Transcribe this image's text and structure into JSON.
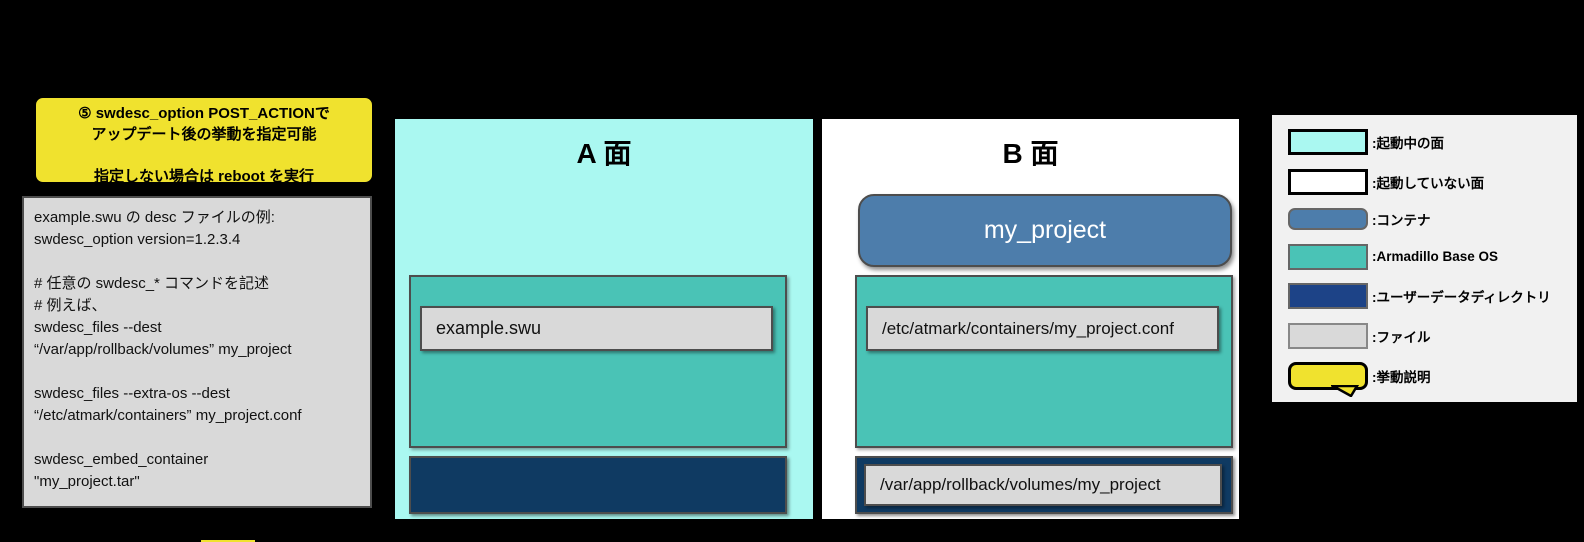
{
  "colors": {
    "background": "#000000",
    "running_side": "#aaf8f1",
    "idle_side": "#ffffff",
    "container": "#4d7dab",
    "base_os": "#4ac3b6",
    "user_data_dir": "#0f3a62",
    "file": "#d9d9d9",
    "callout": "#f0e22e",
    "legend_bg": "#f1f1f1"
  },
  "callout": {
    "text": "⑤ swdesc_option POST_ACTIONで\nアップデート後の挙動を指定可能\n\n指定しない場合は reboot を実行"
  },
  "code_box": {
    "text": "example.swu の desc ファイルの例:\nswdesc_option version=1.2.3.4\n\n# 任意の swdesc_* コマンドを記述\n# 例えば、\nswdesc_files --dest\n“/var/app/rollback/volumes”  my_project\n\nswdesc_files --extra-os --dest\n“/etc/atmark/containers” my_project.conf\n\nswdesc_embed_container\n\"my_project.tar\""
  },
  "side_a": {
    "title": "A 面",
    "os_file": "example.swu"
  },
  "side_b": {
    "title": "B 面",
    "container": "my_project",
    "os_file": "/etc/atmark/containers/my_project.conf",
    "data_file": "/var/app/rollback/volumes/my_project"
  },
  "legend": {
    "items": [
      {
        "key": "running-side",
        "label": ":起動中の面"
      },
      {
        "key": "idle-side",
        "label": ":起動していない面"
      },
      {
        "key": "container",
        "label": ":コンテナ"
      },
      {
        "key": "base-os",
        "label": ":Armadillo Base OS"
      },
      {
        "key": "user-data-dir",
        "label": ":ユーザーデータディレクトリ"
      },
      {
        "key": "file",
        "label": ":ファイル"
      },
      {
        "key": "behavior-note",
        "label": ":挙動説明"
      }
    ]
  }
}
